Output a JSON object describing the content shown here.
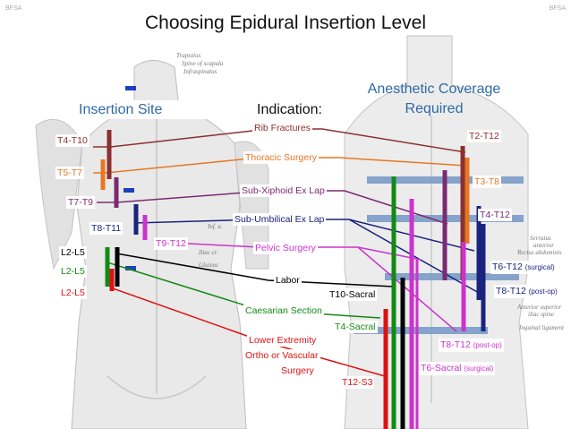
{
  "title": "Choosing Epidural Insertion Level",
  "corner_left": "BFSA",
  "corner_right": "BFSA",
  "headers": {
    "insertion_site": "Insertion Site",
    "indication": "Indication:",
    "coverage_line1": "Anesthetic Coverage",
    "coverage_line2": "Required"
  },
  "insertion_levels": [
    {
      "label": "T4-T10",
      "color": "#8b2f2f"
    },
    {
      "label": "T5-T7",
      "color": "#e87722"
    },
    {
      "label": "T7-T9",
      "color": "#7b2a73"
    },
    {
      "label": "T8-T11",
      "color": "#1a237e"
    },
    {
      "label": "T9-T12",
      "color": "#cc33cc"
    },
    {
      "label": "L2-L5",
      "color": "#000000"
    },
    {
      "label": "L2-L5",
      "color": "#138a13"
    },
    {
      "label": "L2-L5",
      "color": "#dd1111"
    }
  ],
  "indications": [
    {
      "label": "Rib Fractures",
      "color": "#8b2f2f"
    },
    {
      "label": "Thoracic Surgery",
      "color": "#e87722"
    },
    {
      "label": "Sub-Xiphoid Ex Lap",
      "color": "#7b2a73"
    },
    {
      "label": "Sub-Umbilical Ex Lap",
      "color": "#1a237e"
    },
    {
      "label": "Pelvic Surgery",
      "color": "#cc33cc"
    },
    {
      "label": "Labor",
      "color": "#000000"
    },
    {
      "label": "Caesarian Section",
      "color": "#138a13"
    },
    {
      "label": "Lower Extremity",
      "color": "#dd1111"
    },
    {
      "label": "Ortho or Vascular",
      "color": "#dd1111"
    },
    {
      "label": "Surgery",
      "color": "#dd1111"
    }
  ],
  "coverage_levels": [
    {
      "label": "T2-T12",
      "note": "",
      "color": "#8b2f2f"
    },
    {
      "label": "T3-T8",
      "note": "",
      "color": "#e87722"
    },
    {
      "label": "T4-T12",
      "note": "",
      "color": "#7b2a73"
    },
    {
      "label": "T6-T12",
      "note": "(surgical)",
      "color": "#1a237e"
    },
    {
      "label": "T8-T12",
      "note": "(post-op)",
      "color": "#1a237e"
    },
    {
      "label": "T8-T12",
      "note": "(post-op)",
      "color": "#cc33cc"
    },
    {
      "label": "T6-Sacral",
      "note": "(surgical)",
      "color": "#cc33cc"
    },
    {
      "label": "T10-Sacral",
      "note": "",
      "color": "#000000"
    },
    {
      "label": "T4-Sacral",
      "note": "",
      "color": "#138a13"
    },
    {
      "label": "T12-S3",
      "note": "",
      "color": "#dd1111"
    }
  ]
}
